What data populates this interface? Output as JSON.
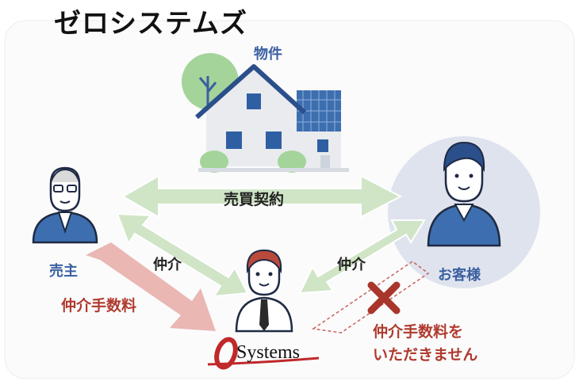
{
  "title": "ゼロシステムズ",
  "labels": {
    "property": "物件",
    "contract": "売買契約",
    "seller": "売主",
    "broker_left": "仲介",
    "broker_right": "仲介",
    "customer": "お客様",
    "fee": "仲介手数料",
    "no_fee_line1": "仲介手数料を",
    "no_fee_line2": "いただきません"
  },
  "logo": {
    "text": "Systems"
  },
  "colors": {
    "arrow_green": "#cfe5c6",
    "arrow_red": "#eab7b3",
    "accent_red": "#b03a2e",
    "person_blue": "#3d6eb0",
    "label_blue": "#3a5fa0",
    "customer_circle": "#dfe3ee"
  },
  "icons": [
    "house-icon",
    "seller-person-icon",
    "customer-person-icon",
    "agent-person-icon",
    "cross-mark-icon",
    "systems-logo-icon"
  ]
}
